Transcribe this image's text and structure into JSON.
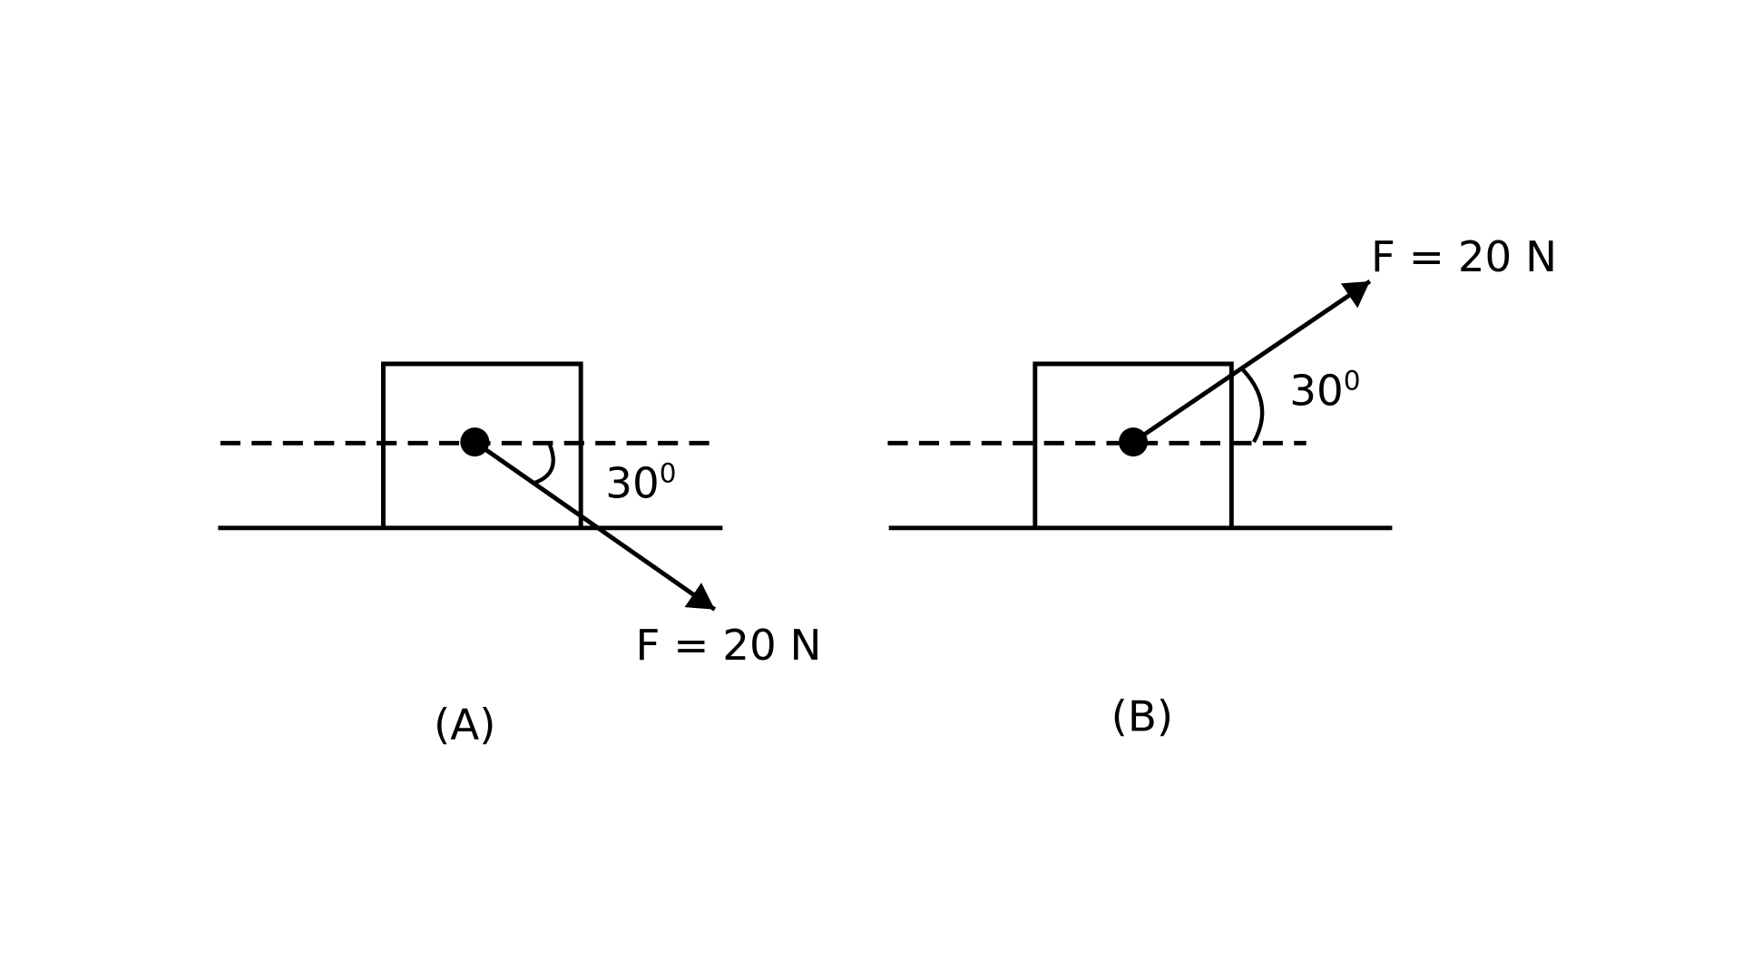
{
  "diagram_a": {
    "caption": "(A)",
    "force_label": "F = 20 N",
    "angle_label": "30",
    "angle_sup": "0"
  },
  "diagram_b": {
    "caption": "(B)",
    "force_label": "F = 20 N",
    "angle_label": "30",
    "angle_sup": "0"
  },
  "colors": {
    "stroke": "#000000",
    "background": "#ffffff"
  }
}
